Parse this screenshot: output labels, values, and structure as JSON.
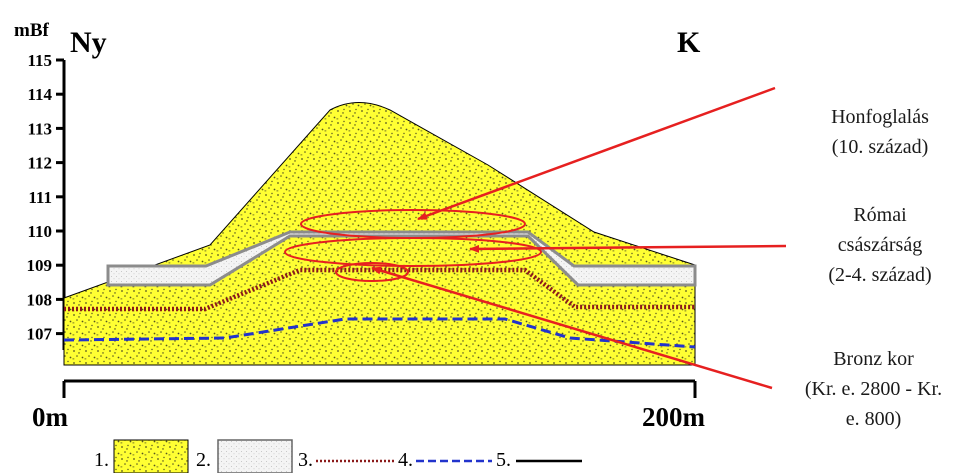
{
  "axis": {
    "unit_label": "mBf",
    "ticks": [
      "115",
      "114",
      "113",
      "112",
      "111",
      "110",
      "109",
      "108",
      "107"
    ],
    "x_start": "0m",
    "x_end": "200m"
  },
  "directions": {
    "west": "Ny",
    "east": "K"
  },
  "annotations": {
    "honfoglalas": {
      "line1": "Honfoglalás",
      "line2": "(10. század)"
    },
    "romai": {
      "line1": "Római",
      "line2": "császárság",
      "line3": "(2-4. század)"
    },
    "bronz": {
      "line1": "Bronz kor",
      "line2": "(Kr. e. 2800 - Kr.",
      "line3": "e. 800)"
    }
  },
  "legend": {
    "item1": "1.",
    "item2": "2.",
    "item3": "3.",
    "item4": "4.",
    "item5": "5."
  },
  "colors": {
    "fill": "#ffff33",
    "speckle": "#555522",
    "layer_white": "#f2f2f2",
    "layer_border": "#8c8c8c",
    "dotted_line": "#8b1a1a",
    "dashed_line": "#2233cc",
    "arrow": "#e62020"
  }
}
